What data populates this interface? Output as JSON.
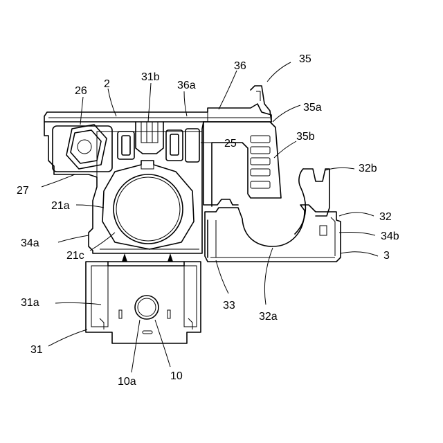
{
  "labels": {
    "l2": "2",
    "l3": "3",
    "l10": "10",
    "l10a": "10a",
    "l21a": "21a",
    "l21c": "21c",
    "l25": "25",
    "l26": "26",
    "l27": "27",
    "l31": "31",
    "l31a": "31a",
    "l31b": "31b",
    "l32": "32",
    "l32a": "32a",
    "l32b": "32b",
    "l33": "33",
    "l34a": "34a",
    "l34b": "34b",
    "l35": "35",
    "l35a": "35a",
    "l35b": "35b",
    "l36": "36",
    "l36a": "36a"
  }
}
